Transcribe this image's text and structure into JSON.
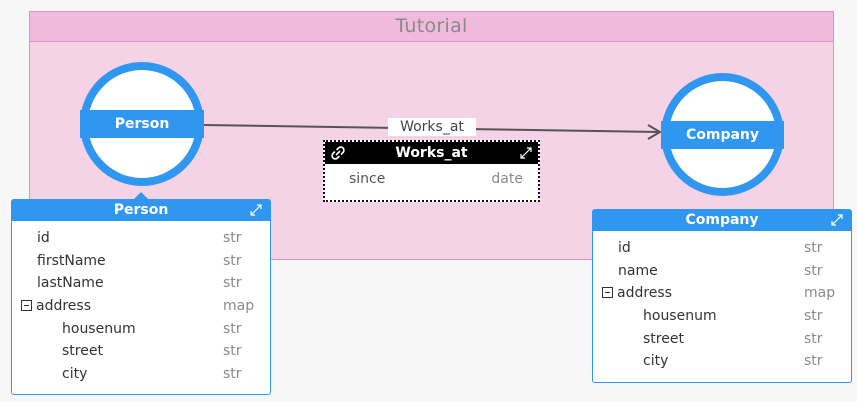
{
  "group": {
    "title": "Tutorial"
  },
  "colors": {
    "accent": "#2f97ef",
    "group_fill": "#f4d3e6",
    "group_header": "#efbadb",
    "group_border": "#e58fbf"
  },
  "nodes": {
    "person": {
      "label": "Person"
    },
    "company": {
      "label": "Company"
    }
  },
  "edge": {
    "label": "Works_at"
  },
  "relationship": {
    "title": "Works_at",
    "icon": "link-icon",
    "expand_icon": "expand-icon",
    "properties": [
      {
        "name": "since",
        "type": "date"
      }
    ]
  },
  "person_entity": {
    "title": "Person",
    "properties": [
      {
        "name": "id",
        "type": "str"
      },
      {
        "name": "firstName",
        "type": "str"
      },
      {
        "name": "lastName",
        "type": "str"
      },
      {
        "name": "address",
        "type": "map",
        "collapsible": true
      },
      {
        "name": "housenum",
        "type": "str",
        "nested": true
      },
      {
        "name": "street",
        "type": "str",
        "nested": true
      },
      {
        "name": "city",
        "type": "str",
        "nested": true
      }
    ]
  },
  "company_entity": {
    "title": "Company",
    "properties": [
      {
        "name": "id",
        "type": "str"
      },
      {
        "name": "name",
        "type": "str"
      },
      {
        "name": "address",
        "type": "map",
        "collapsible": true
      },
      {
        "name": "housenum",
        "type": "str",
        "nested": true
      },
      {
        "name": "street",
        "type": "str",
        "nested": true
      },
      {
        "name": "city",
        "type": "str",
        "nested": true
      }
    ]
  }
}
